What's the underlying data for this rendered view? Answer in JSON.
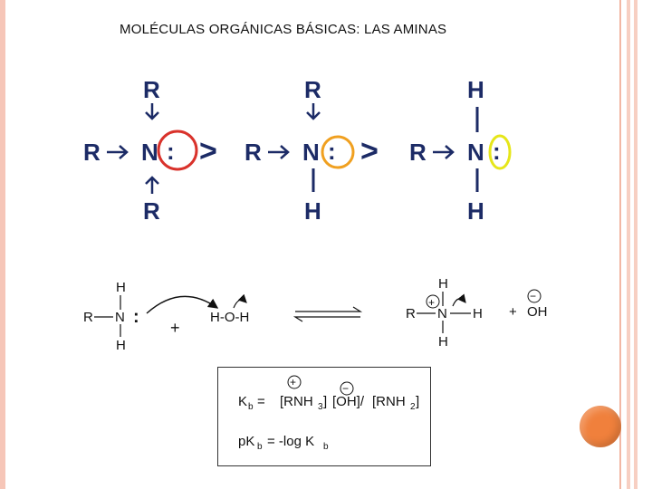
{
  "title": "MOLÉCULAS ORGÁNICAS BÁSICAS: LAS AMINAS",
  "comparison": {
    "greater_than": ">",
    "amine1": {
      "top": "R",
      "left": "R",
      "center": "N",
      "bottom": "R",
      "lone_pair": ":"
    },
    "amine2": {
      "top": "R",
      "left": "R",
      "center": "N",
      "bottom": "H",
      "lone_pair": ":"
    },
    "amine3": {
      "top": "H",
      "left": "R",
      "center": "N",
      "bottom": "H",
      "lone_pair": ":"
    },
    "highlight_colors": [
      "#d9322b",
      "#f0a020",
      "#e6e619"
    ]
  },
  "reaction": {
    "amine": {
      "top": "H",
      "left": "R",
      "center": "N",
      "bottom": "H",
      "lone_pair": ":"
    },
    "plus1": "+",
    "water": "H-O-H",
    "ammonium": {
      "top": "H",
      "left": "R",
      "center": "N",
      "right": "H",
      "bottom": "H",
      "charge": "+"
    },
    "plus2": "+",
    "hydroxide": "OH",
    "hydroxide_charge": "−"
  },
  "kb": {
    "k": "K",
    "b": "b",
    "eq": "=",
    "rnh3_open": "[RNH",
    "rnh3_sub": "3",
    "rnh3_close": "]",
    "oh": "[OH]/",
    "rnh2_open": "[RNH",
    "rnh2_sub": "2",
    "rnh2_close": "]",
    "plus_charge": "+",
    "minus_charge": "−",
    "pk": "pK",
    "pk_eq": "= -log K",
    "pk_b2": "b"
  }
}
